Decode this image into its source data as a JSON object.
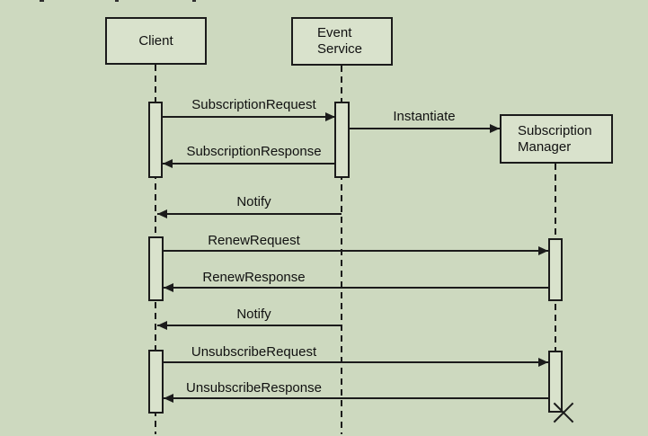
{
  "diagram": {
    "type": "uml-sequence-diagram",
    "colors": {
      "background": "#cdd9bf",
      "box_fill": "#d9e2cc",
      "line": "#1b1b1b"
    },
    "lifelines": [
      {
        "id": "client",
        "title_lines": [
          "Client"
        ]
      },
      {
        "id": "event-service",
        "title_lines": [
          "Event",
          "Service"
        ]
      },
      {
        "id": "subscription-manager",
        "title_lines": [
          "Subscription",
          "Manager"
        ]
      }
    ],
    "messages": [
      {
        "label": "SubscriptionRequest",
        "from": "Client",
        "to": "Event Service"
      },
      {
        "label": "Instantiate",
        "from": "Event Service",
        "to": "Subscription Manager"
      },
      {
        "label": "SubscriptionResponse",
        "from": "Event Service",
        "to": "Client"
      },
      {
        "label": "Notify",
        "from": "Event Service",
        "to": "Client"
      },
      {
        "label": "RenewRequest",
        "from": "Client",
        "to": "Subscription Manager"
      },
      {
        "label": "RenewResponse",
        "from": "Subscription Manager",
        "to": "Client"
      },
      {
        "label": "Notify",
        "from": "Event Service",
        "to": "Client"
      },
      {
        "label": "UnsubscribeRequest",
        "from": "Client",
        "to": "Subscription Manager"
      },
      {
        "label": "UnsubscribeResponse",
        "from": "Subscription Manager",
        "to": "Client"
      }
    ],
    "destruction": {
      "lifeline": "Subscription Manager",
      "marker": "X"
    }
  }
}
